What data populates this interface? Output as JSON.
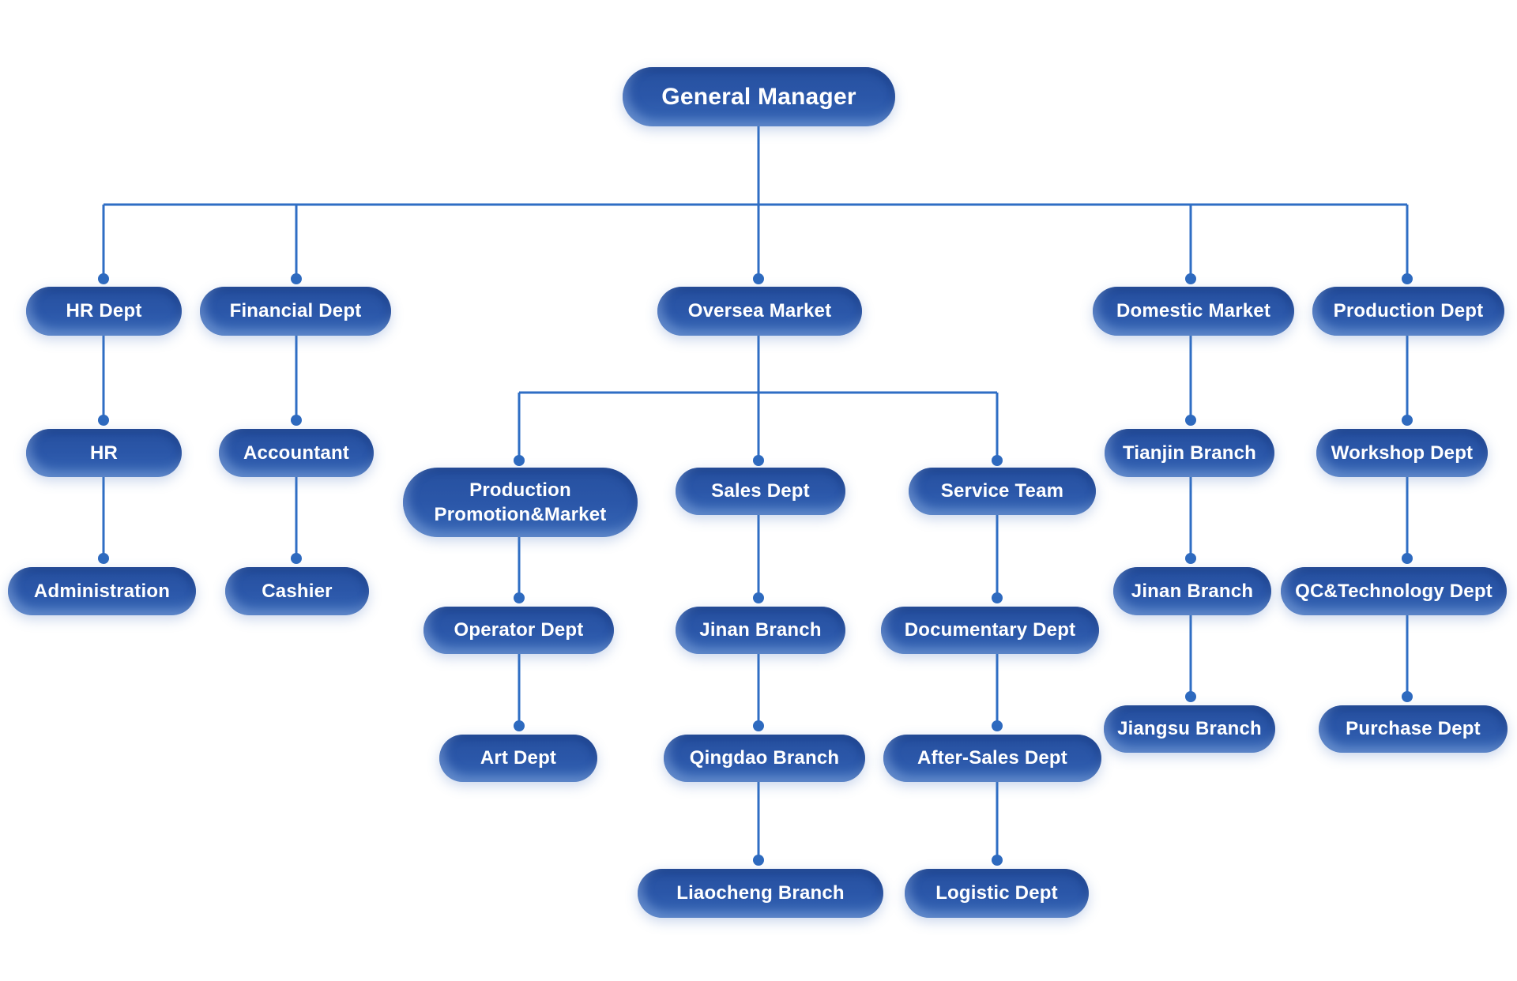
{
  "diagram": {
    "type": "org-chart",
    "root": "General Manager",
    "levels": 6
  },
  "colors": {
    "node_fill": "#2b57a9",
    "node_fill_dark": "#26509f",
    "node_fill_light": "#3767b6",
    "connector": "#2f6ec4",
    "dot": "#2e6abf",
    "text": "#ffffff",
    "background": "#ffffff"
  },
  "nodes": {
    "general_manager": {
      "label": "General Manager"
    },
    "hr_dept": {
      "label": "HR Dept"
    },
    "financial_dept": {
      "label": "Financial Dept"
    },
    "oversea_market": {
      "label": "Oversea Market"
    },
    "domestic_market": {
      "label": "Domestic Market"
    },
    "production_dept": {
      "label": "Production Dept"
    },
    "hr": {
      "label": "HR"
    },
    "accountant": {
      "label": "Accountant"
    },
    "administration": {
      "label": "Administration"
    },
    "cashier": {
      "label": "Cashier"
    },
    "production_promotion_market": {
      "label": "Production Promotion&Market"
    },
    "sales_dept": {
      "label": "Sales Dept"
    },
    "service_team": {
      "label": "Service Team"
    },
    "operator_dept": {
      "label": "Operator Dept"
    },
    "art_dept": {
      "label": "Art Dept"
    },
    "jinan_branch_sales": {
      "label": "Jinan Branch"
    },
    "qingdao_branch": {
      "label": "Qingdao Branch"
    },
    "liaocheng_branch": {
      "label": "Liaocheng Branch"
    },
    "documentary_dept": {
      "label": "Documentary Dept"
    },
    "after_sales_dept": {
      "label": "After-Sales Dept"
    },
    "logistic_dept": {
      "label": "Logistic Dept"
    },
    "tianjin_branch": {
      "label": "Tianjin Branch"
    },
    "jinan_branch_domestic": {
      "label": "Jinan Branch"
    },
    "jiangsu_branch": {
      "label": "Jiangsu Branch"
    },
    "workshop_dept": {
      "label": "Workshop Dept"
    },
    "qc_technology_dept": {
      "label": "QC&Technology Dept"
    },
    "purchase_dept": {
      "label": "Purchase Dept"
    }
  },
  "hierarchy": {
    "general_manager": [
      "hr_dept",
      "financial_dept",
      "oversea_market",
      "domestic_market",
      "production_dept"
    ],
    "hr_dept": [
      "hr"
    ],
    "hr": [
      "administration"
    ],
    "financial_dept": [
      "accountant"
    ],
    "accountant": [
      "cashier"
    ],
    "oversea_market": [
      "production_promotion_market",
      "sales_dept",
      "service_team"
    ],
    "production_promotion_market": [
      "operator_dept"
    ],
    "operator_dept": [
      "art_dept"
    ],
    "sales_dept": [
      "jinan_branch_sales"
    ],
    "jinan_branch_sales": [
      "qingdao_branch"
    ],
    "qingdao_branch": [
      "liaocheng_branch"
    ],
    "service_team": [
      "documentary_dept"
    ],
    "documentary_dept": [
      "after_sales_dept"
    ],
    "after_sales_dept": [
      "logistic_dept"
    ],
    "domestic_market": [
      "tianjin_branch"
    ],
    "tianjin_branch": [
      "jinan_branch_domestic"
    ],
    "jinan_branch_domestic": [
      "jiangsu_branch"
    ],
    "production_dept": [
      "workshop_dept"
    ],
    "workshop_dept": [
      "qc_technology_dept"
    ],
    "qc_technology_dept": [
      "purchase_dept"
    ]
  }
}
